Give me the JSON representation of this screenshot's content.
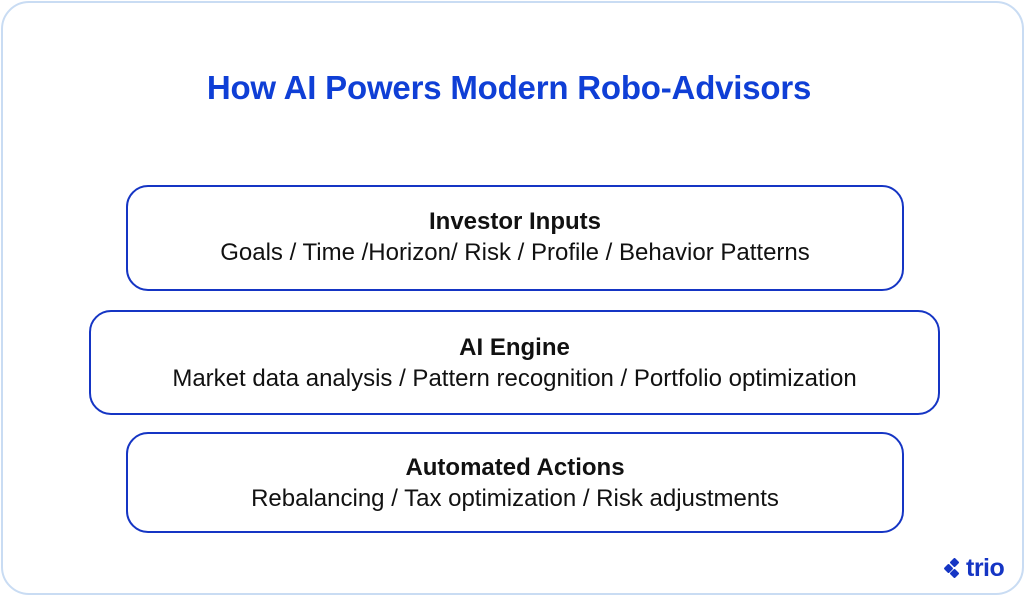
{
  "title": "How AI Powers Modern Robo-Advisors",
  "layers": [
    {
      "heading": "Investor Inputs",
      "details": "Goals / Time /Horizon/ Risk / Profile / Behavior Patterns"
    },
    {
      "heading": "AI Engine",
      "details": "Market data analysis / Pattern recognition / Portfolio optimization"
    },
    {
      "heading": "Automated Actions",
      "details": "Rebalancing / Tax optimization / Risk adjustments"
    }
  ],
  "logo": {
    "text": "trio",
    "icon": "trio-logo-icon"
  },
  "colors": {
    "title": "#0f3fd6",
    "box_border": "#1535c4",
    "frame_border": "#c9dcf3",
    "text": "#111111"
  }
}
